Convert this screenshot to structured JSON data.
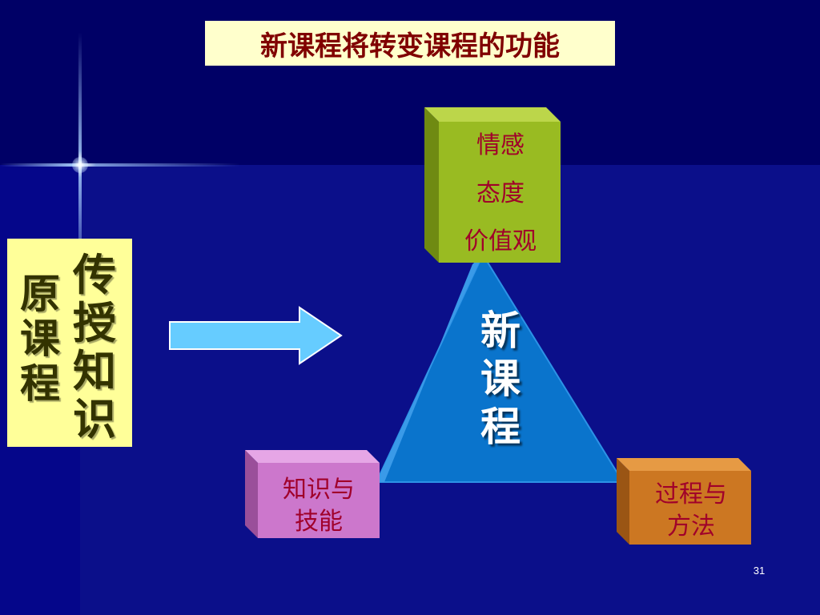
{
  "title": "新课程将转变课程的功能",
  "old_curriculum": {
    "label": [
      "原",
      "课",
      "程"
    ],
    "function": [
      "传",
      "授",
      "知",
      "识"
    ]
  },
  "new_curriculum": {
    "label": [
      "新",
      "课",
      "程"
    ]
  },
  "top_box": [
    "情感",
    "态度",
    "价值观"
  ],
  "left_box": [
    "知识与",
    "技能"
  ],
  "right_box": [
    "过程与",
    "方法"
  ],
  "page_number": "31",
  "colors": {
    "background": "#000066",
    "title_box": "#ffffcc",
    "title_text": "#800000",
    "old_box": "#ffff99",
    "arrow": "#66ccff",
    "triangle": "#0a74cc",
    "top_box": "#99bb22",
    "left_box": "#cc77cc",
    "right_box": "#cc7722",
    "box_text": "#a0002a"
  }
}
